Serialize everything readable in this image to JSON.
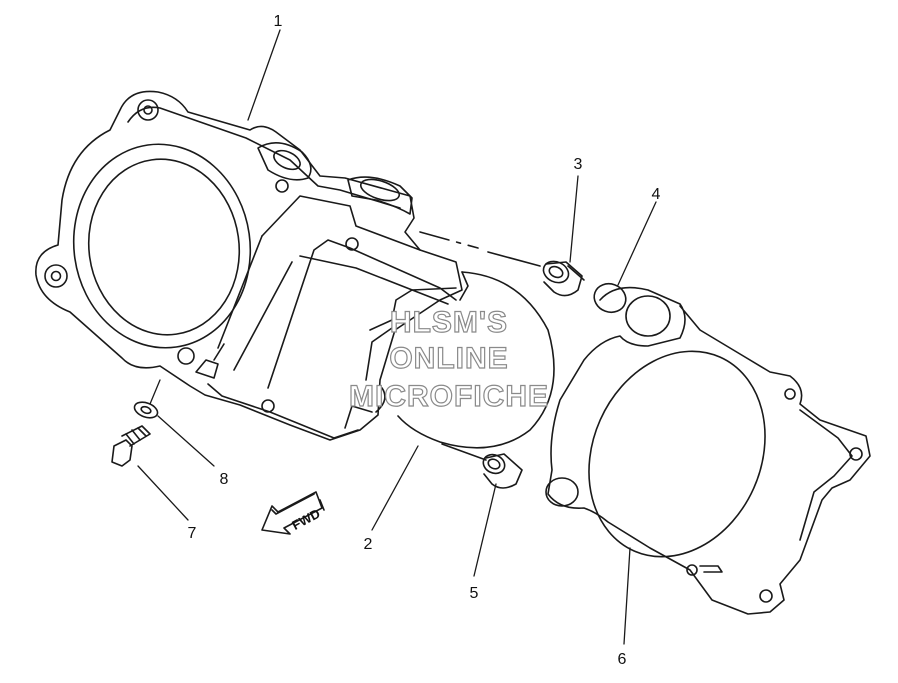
{
  "callouts": {
    "c1": "1",
    "c2": "2",
    "c3": "3",
    "c4": "4",
    "c5": "5",
    "c6": "6",
    "c7": "7",
    "c8": "8"
  },
  "watermark": {
    "line1": "HLSM'S",
    "line2": "ONLINE",
    "line3": "MICROFICHE"
  },
  "fwd_arrow": {
    "label": "FWD"
  },
  "colors": {
    "line": "#1a1a1a",
    "background": "#ffffff",
    "watermark_outline": "#8a8a8a"
  }
}
